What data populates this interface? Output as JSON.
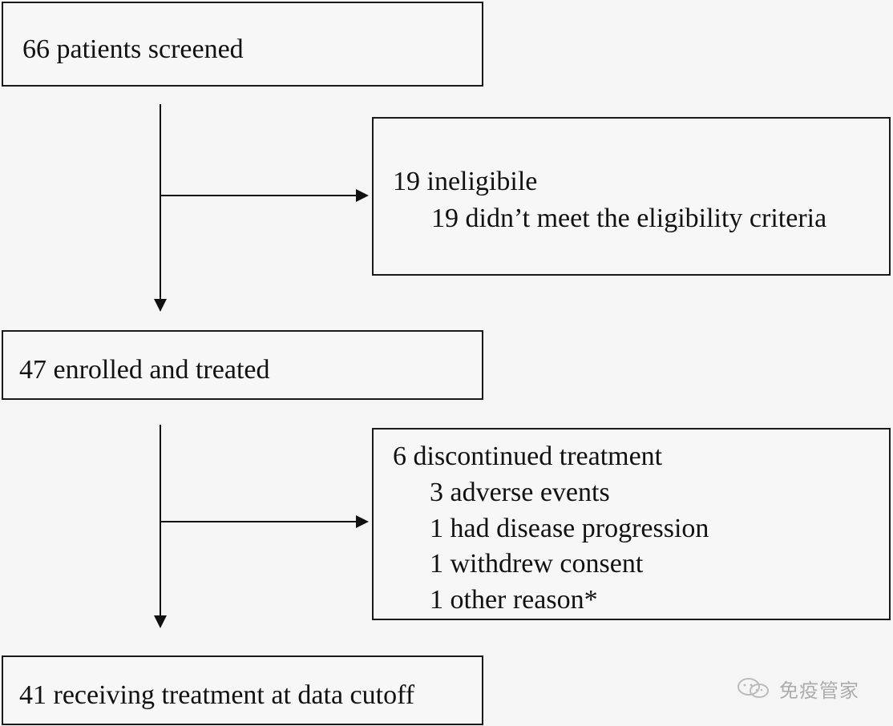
{
  "flowchart": {
    "screened": {
      "text": "66 patients screened"
    },
    "ineligible": {
      "title": "19 ineligibile",
      "lines": [
        "19 didn’t meet the eligibility criteria"
      ]
    },
    "enrolled": {
      "text": "47 enrolled and treated"
    },
    "discontinued": {
      "title": "6 discontinued treatment",
      "lines": [
        "3 adverse events",
        "1 had disease progression",
        "1 withdrew consent",
        "1 other reason*"
      ]
    },
    "receiving": {
      "text": "41 receiving treatment at data cutoff"
    }
  },
  "watermark": {
    "text": "免疫管家",
    "icon": "wechat-icon"
  }
}
